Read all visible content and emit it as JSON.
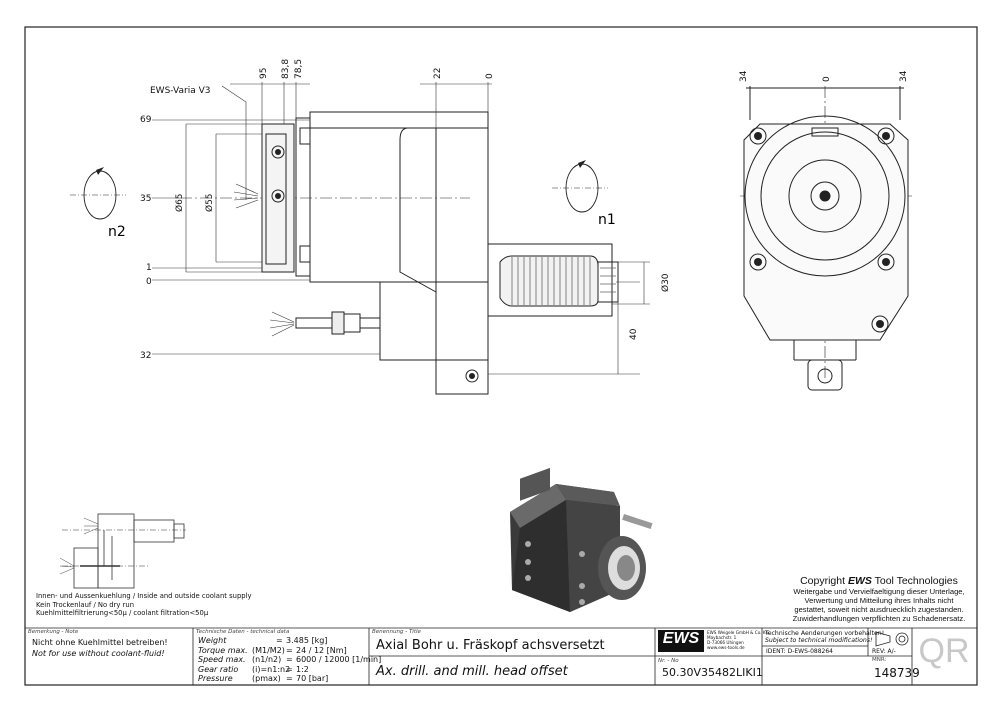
{
  "drawing": {
    "part_label": "EWS-Varia V3",
    "rotation_labels": {
      "left": "n2",
      "right": "n1"
    },
    "dims_top": [
      "95",
      "83,8",
      "78,5",
      "22",
      "0"
    ],
    "dims_left": [
      "69",
      "35",
      "1",
      "0",
      "32"
    ],
    "diameters": [
      "Ø65",
      "Ø55"
    ],
    "dims_right": [
      "Ø30",
      "40"
    ],
    "end_view_dims": [
      "34",
      "0",
      "34"
    ]
  },
  "notes": {
    "coolant": "Innen- und Aussenkuehlung / Inside and outside coolant supply",
    "dry": "Kein Trockenlauf / No dry run",
    "filtration": "Kuehlmittelfiltrierung<50µ / coolant filtration<50µ"
  },
  "copyright": {
    "title_prefix": "Copyright ",
    "title_brand": "EWS",
    "title_suffix": " Tool Technologies",
    "lines": [
      "Weitergabe und Vervielfaeltigung dieser Unterlage,",
      "Verwertung und Mitteilung ihres Inhalts nicht",
      "gestattet, soweit nicht ausdruecklich zugestanden.",
      "Zuwiderhandlungen verpflichten zu Schadenersatz."
    ]
  },
  "title_block": {
    "note_header": "Bemerkung - Note",
    "note_de": "Nicht ohne Kuehlmittel betreiben!",
    "note_en": "Not for use without coolant-fluid!",
    "tech_header": "Technische Daten - technical data",
    "tech_rows": [
      {
        "label": "Weight",
        "sym": "",
        "eq": "=",
        "value": "3.485 [kg]"
      },
      {
        "label": "Torque max.",
        "sym": "(M1/M2)",
        "eq": "=",
        "value": "24 / 12 [Nm]"
      },
      {
        "label": "Speed max.",
        "sym": "(n1/n2)",
        "eq": "=",
        "value": "6000 / 12000 [1/min]"
      },
      {
        "label": "Gear ratio",
        "sym": "(i)=n1:n2",
        "eq": "=",
        "value": "1:2"
      },
      {
        "label": "Pressure",
        "sym": "(pmax)",
        "eq": "=",
        "value": "70 [bar]"
      }
    ],
    "name_header": "Benennung - Title",
    "title_de": "Axial Bohr u. Fräskopf achsversetzt",
    "title_en": "Ax. drill. and mill. head offset",
    "logo_text": "EWS",
    "logo_sub": "Tool Technologies",
    "company_lines": [
      "EWS Weigele GmbH & Co. KG",
      "Maybachstr. 1",
      "D-73066 Uhingen",
      "www.ews-tools.de"
    ],
    "nr_header": "Nr. - No",
    "part_number": "50.30V35482LIKI1",
    "change_de": "Technische Aenderungen vorbehalten!",
    "change_en": "Subject to technical modifications!",
    "ident": "IDENT:  D-EWS-088264",
    "rev": "REV:  A/-",
    "mnr_header": "MNR:",
    "mnr": "148739",
    "qr": "QR"
  }
}
